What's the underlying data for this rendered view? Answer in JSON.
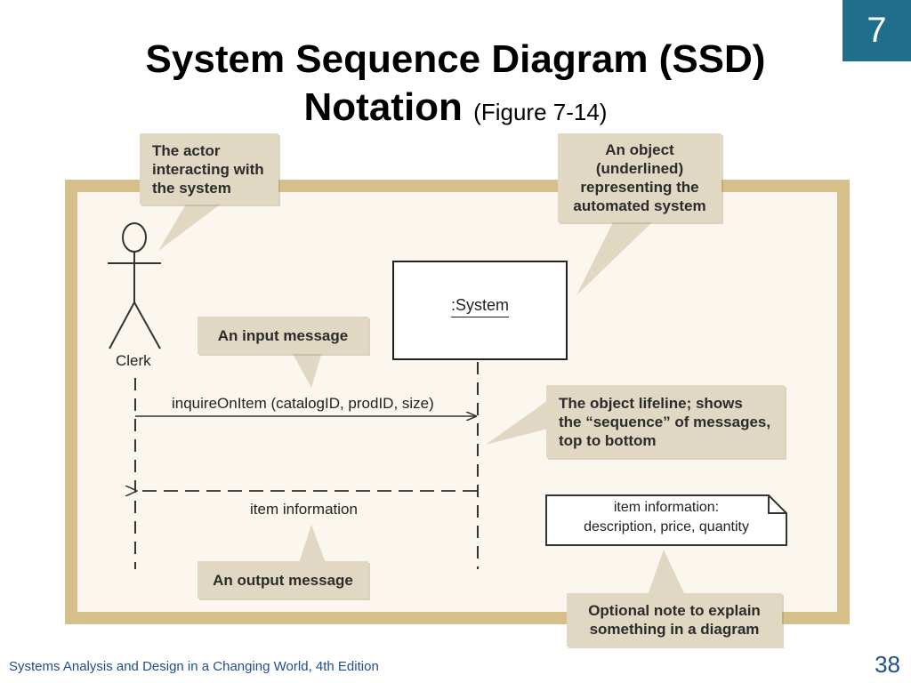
{
  "chapter_number": "7",
  "title": {
    "line1": "System Sequence Diagram (SSD)",
    "line2": "Notation",
    "figure_ref": "(Figure 7-14)"
  },
  "diagram": {
    "actor_label": "Clerk",
    "system_object_label": ":System",
    "input_message": "inquireOnItem (catalogID, prodID, size)",
    "output_message": "item information",
    "note": {
      "line1": "item information:",
      "line2": "description, price, quantity"
    }
  },
  "callouts": {
    "actor": [
      "The actor",
      "interacting with",
      "the system"
    ],
    "object": [
      "An object",
      "(underlined)",
      "representing the",
      "automated system"
    ],
    "input": "An input message",
    "lifeline": [
      "The object lifeline; shows",
      "the “sequence” of messages,",
      "top to bottom"
    ],
    "output": "An output message",
    "optional_note": [
      "Optional note to explain",
      "something in a diagram"
    ]
  },
  "footer": {
    "source": "Systems Analysis and Design in a Changing World, 4th Edition",
    "page_number": "38"
  },
  "colors": {
    "badge": "#1f6e8c",
    "frame": "#d6bf8a",
    "callout": "#e1d8c4",
    "footer_text": "#1f4e8c"
  }
}
